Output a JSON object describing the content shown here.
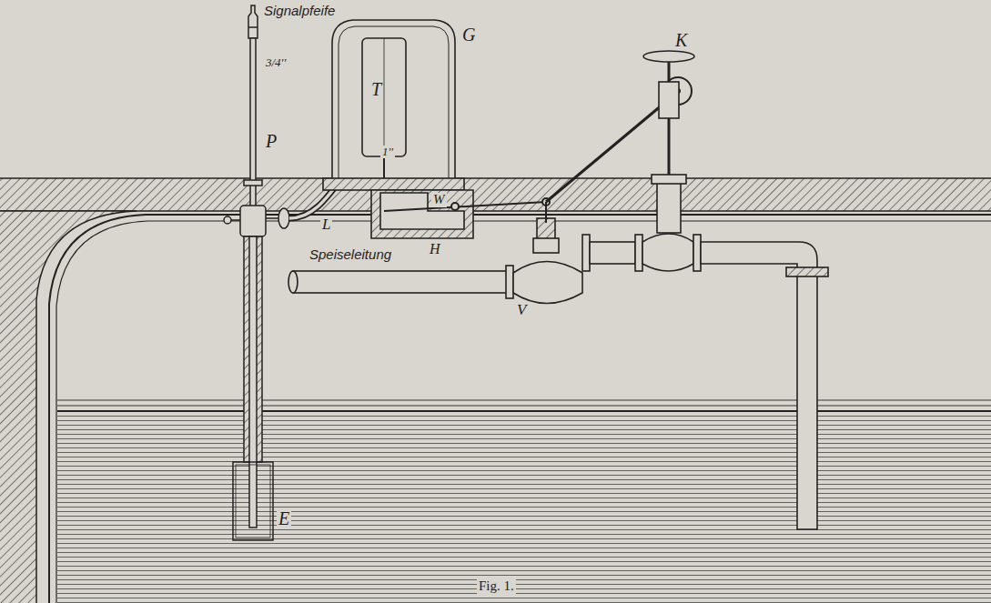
{
  "diagram": {
    "caption": "Fig. 1.",
    "labels": [
      "Signalpfeife",
      "3/4''",
      "P",
      "G",
      "T",
      "W",
      "K",
      "1''",
      "H",
      "Speiseleitung",
      "V",
      "L",
      "E"
    ]
  }
}
